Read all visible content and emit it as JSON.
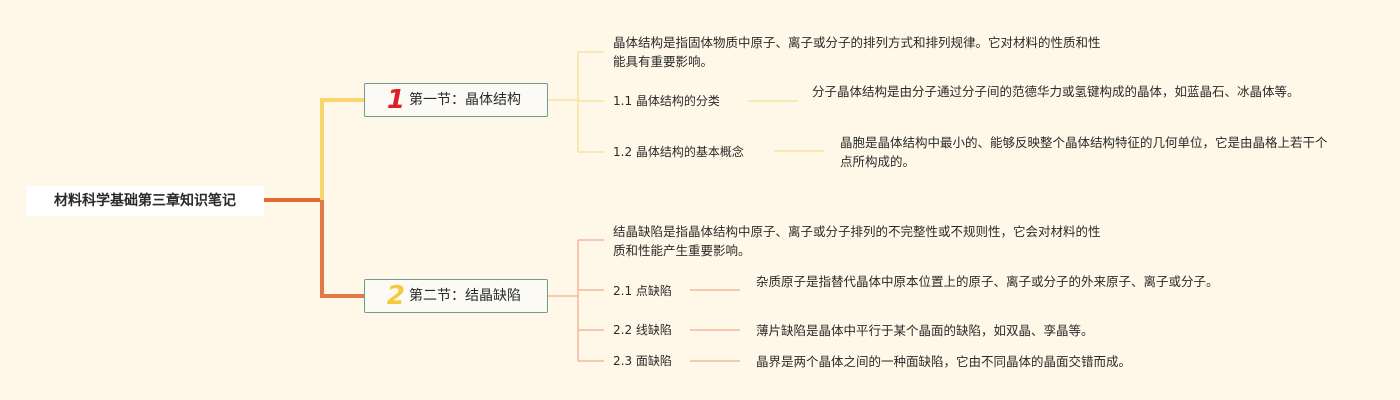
{
  "title": "材料科学基础第三章知识笔记",
  "colors": {
    "background": "#fff8e8",
    "branch1": "#f7d66e",
    "branch2": "#e37a45",
    "root_line": "#e36a33",
    "num1": "#d9212a",
    "num2": "#f5c93a",
    "border": "#6f9c91"
  },
  "sections": [
    {
      "number": "1",
      "label": "第一节：晶体结构",
      "intro": "晶体结构是指固体物质中原子、离子或分子的排列方式和排列规律。它对材料的性质和性能具有重要影响。",
      "items": [
        {
          "label": "1.1 晶体结构的分类",
          "desc": "分子晶体结构是由分子通过分子间的范德华力或氢键构成的晶体，如蓝晶石、冰晶体等。"
        },
        {
          "label": "1.2 晶体结构的基本概念",
          "desc": "晶胞是晶体结构中最小的、能够反映整个晶体结构特征的几何单位，它是由晶格上若干个点所构成的。"
        }
      ]
    },
    {
      "number": "2",
      "label": "第二节：结晶缺陷",
      "intro": "结晶缺陷是指晶体结构中原子、离子或分子排列的不完整性或不规则性，它会对材料的性质和性能产生重要影响。",
      "items": [
        {
          "label": "2.1 点缺陷",
          "desc": "杂质原子是指替代晶体中原本位置上的原子、离子或分子的外来原子、离子或分子。"
        },
        {
          "label": "2.2 线缺陷",
          "desc": "薄片缺陷是晶体中平行于某个晶面的缺陷，如双晶、孪晶等。"
        },
        {
          "label": "2.3 面缺陷",
          "desc": "晶界是两个晶体之间的一种面缺陷，它由不同晶体的晶面交错而成。"
        }
      ]
    }
  ]
}
